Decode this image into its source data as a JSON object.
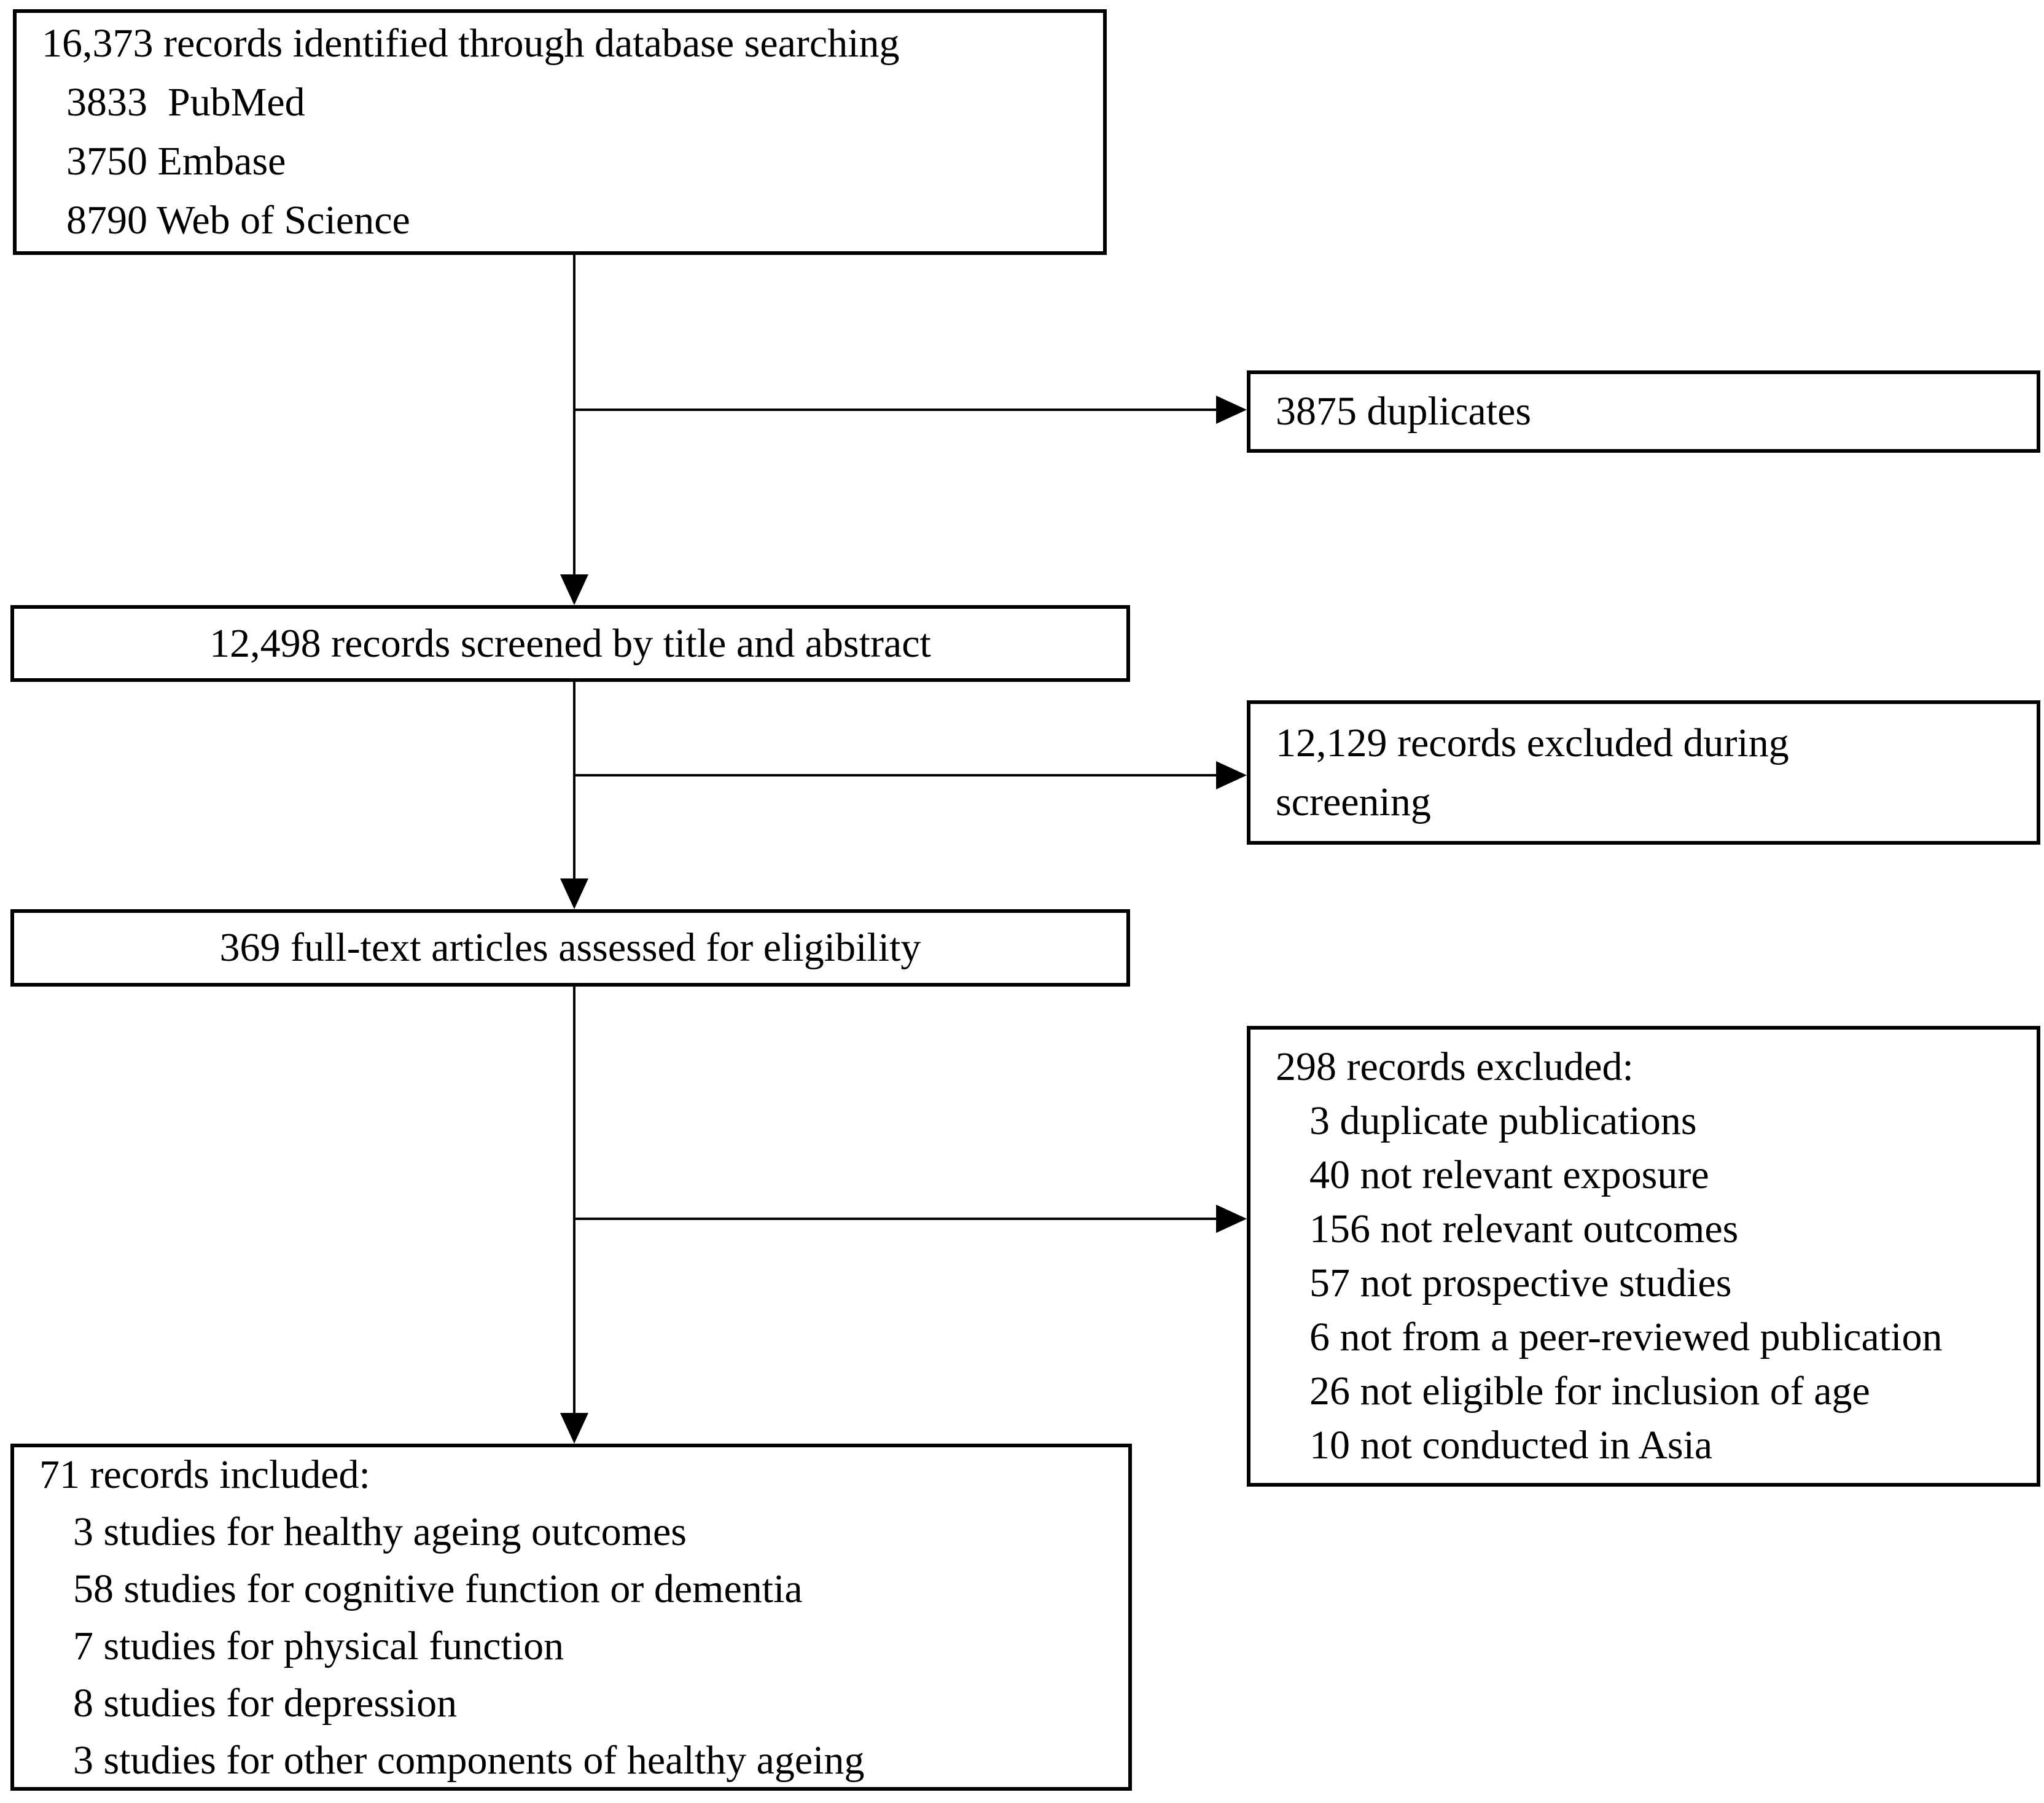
{
  "flowchart": {
    "colors": {
      "stroke": "#000000",
      "text": "#000000",
      "background": "#ffffff"
    },
    "boxes": {
      "identified": {
        "lines": [
          "16,373 records identified through database searching",
          "3833  PubMed",
          "3750 Embase",
          "8790 Web of Science"
        ]
      },
      "duplicates": {
        "lines": [
          "3875 duplicates"
        ]
      },
      "screened": {
        "lines": [
          "12,498 records screened by title and abstract"
        ]
      },
      "excluded_screening": {
        "lines": [
          "12,129 records excluded during",
          "screening"
        ]
      },
      "fulltext": {
        "lines": [
          "369 full-text articles assessed for eligibility"
        ]
      },
      "excluded_fulltext": {
        "lines": [
          "298 records excluded:",
          "3 duplicate publications",
          "40 not relevant exposure",
          "156 not relevant outcomes",
          "57 not prospective studies",
          "6 not from a peer-reviewed publication",
          "26 not eligible for inclusion of age",
          "10 not conducted in Asia"
        ]
      },
      "included": {
        "lines": [
          "71 records included:",
          "3 studies for healthy ageing outcomes",
          "58 studies for cognitive function or dementia",
          "7 studies for physical function",
          "8 studies for depression",
          "3 studies for other components of healthy ageing"
        ]
      }
    }
  }
}
